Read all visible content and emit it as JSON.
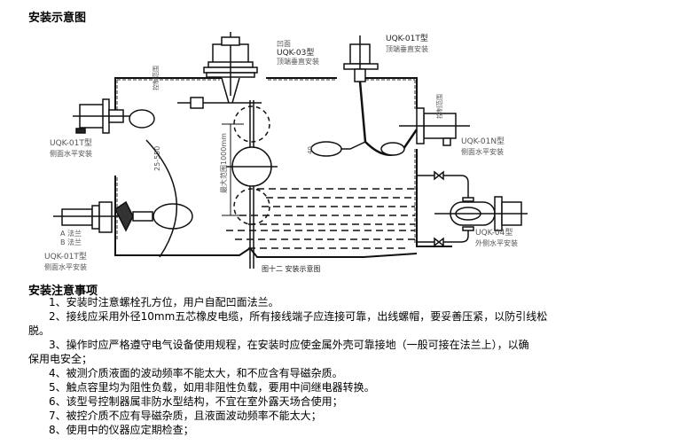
{
  "page": {
    "section_title": "安装示意图",
    "figure_caption": "图十二  安装示意图",
    "notes_title": "安装注意事项"
  },
  "diagram": {
    "labels": {
      "uqk03_line1": "凹面",
      "uqk03_line2": "UQK-03型",
      "uqk03_line3": "顶端垂直安装",
      "uqk01t_top_line1": "UQK-01T型",
      "uqk01t_top_line2": "顶端垂直安装",
      "uqk01t_side_line1": "UQK-01T型",
      "uqk01t_side_line2": "侧面水平安装",
      "uqk01n_line1": "UQK-01N型",
      "uqk01n_line2": "侧面水平安装",
      "uqk04_line1": "UQK-04型",
      "uqk04_line2": "外侧水平安装",
      "uqk01t_bottom_line1": "UQK-01T型",
      "uqk01t_bottom_line2": "侧面水平安装",
      "flange_a": "A 法兰",
      "flange_b": "B 法兰",
      "control_range_left": "控制范围",
      "control_range_right": "控制范围",
      "max_range": "最大范围1000mm",
      "range_25_550": "25-550",
      "dim_40": "40"
    }
  },
  "notes": [
    {
      "number": "1、",
      "text": "安装时注意螺栓孔方位，用户自配凹面法兰。"
    },
    {
      "number": "2、",
      "text": "接线应采用外径10mm五芯橡皮电缆，所有接线端子应连接可靠，出线螺帽，要妥善压紧，以防引线松",
      "continuation": "脱。"
    },
    {
      "number": "3、",
      "text": "操作时应严格遵守电气设备使用规程，在安装时应使金属外壳可靠接地（一般可接在法兰上），以确",
      "continuation": "保用电安全；"
    },
    {
      "number": "4、",
      "text": "被测介质液面的波动频率不能太大，和不应含有导磁杂质。"
    },
    {
      "number": "5、",
      "text": "触点容里均为阻性负载，如用非阻性负载，要用中间继电器转换。"
    },
    {
      "number": "6、",
      "text": "该型号控制器属非防水型结构，不宜在室外露天场合使用；"
    },
    {
      "number": "7、",
      "text": "被控介质不应有导磁杂质，且液面波动频率不能太大；"
    },
    {
      "number": "8、",
      "text": "使用中的仪器应定期检查；"
    }
  ]
}
